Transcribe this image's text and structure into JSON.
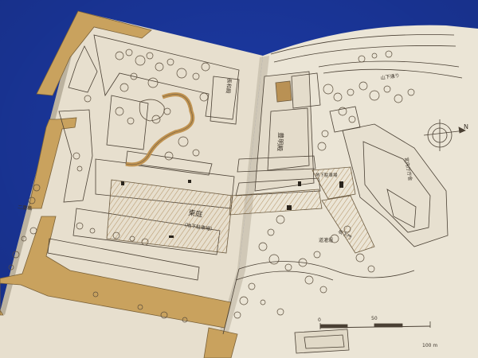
{
  "booklet": {
    "paper_color": "#e9e2d2",
    "ink_color": "#4a4034",
    "wall_color": "#c9a25e",
    "cloth_color": "#1c3aa6",
    "map_labels": {
      "hall": "豊明殿",
      "garden": "東庭",
      "garden_note": "（地下駐車場）",
      "north": "N",
      "wall_label": "二重橋",
      "scale_zero": "0",
      "scale_mid": "50",
      "scale_end": "100 m",
      "road_label": "山下通り",
      "bldg_label_left": "長和殿",
      "bldg_label_right": "宮内庁庁舎",
      "gate_label": "坂下門",
      "slope_label": "道灌堀",
      "basement_label": "地下駐車場"
    }
  }
}
